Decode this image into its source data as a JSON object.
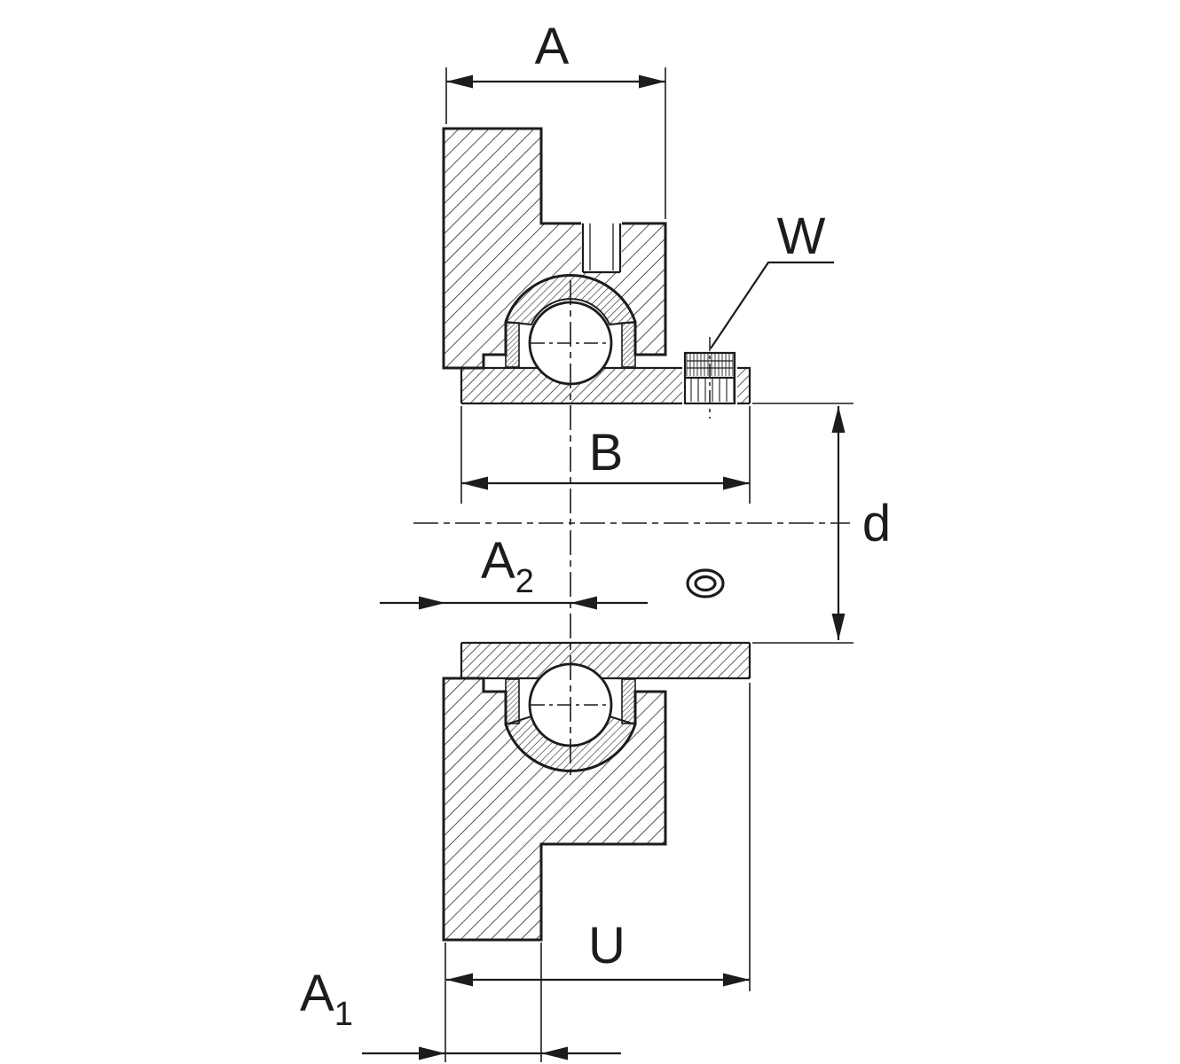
{
  "figure": {
    "kind": "technical-dimension-drawing",
    "subject": "Flanged bearing unit with set screw locking - sectional side view",
    "background_color": "#ffffff",
    "line_color": "#1c1c1c",
    "labels": {
      "housing_width": "A",
      "set_screw_thread": "W",
      "inner_ring_width": "B",
      "bore_diameter": "d",
      "a2": {
        "base": "A",
        "sub": "2"
      },
      "inner_ring_protrusion": "U",
      "a1": {
        "base": "A",
        "sub": "1"
      }
    }
  }
}
